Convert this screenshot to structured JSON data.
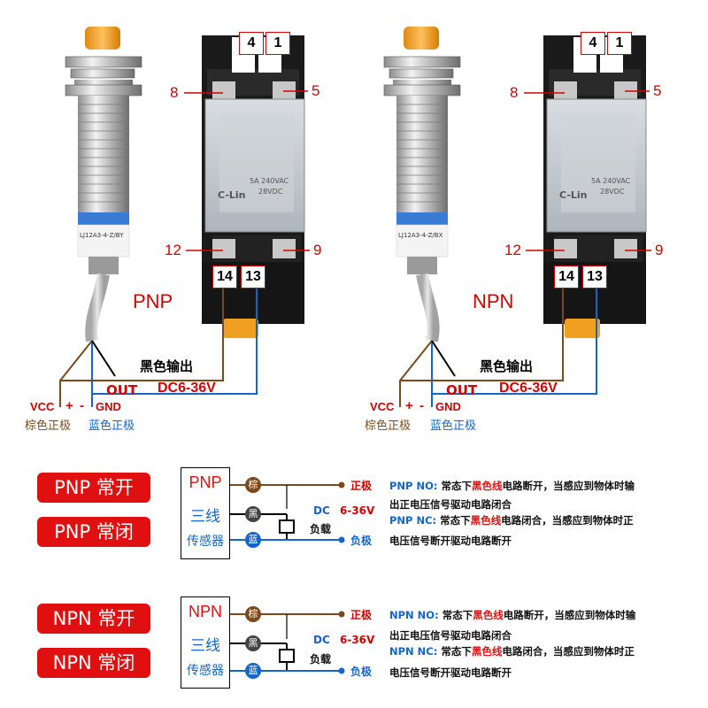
{
  "top": {
    "panels": [
      {
        "tag": "PNP",
        "pins": {
          "p4": "4",
          "p1": "1",
          "p8": "8",
          "p5": "5",
          "p12": "12",
          "p9": "9",
          "p14": "14",
          "p13": "13"
        },
        "black_output": "黑色输出",
        "out": "OUT",
        "dc": "DC6-36V",
        "vcc": "VCC",
        "plus": "+",
        "minus": "-",
        "gnd": "GND",
        "brown_label": "棕色正极",
        "blue_label": "蓝色正极",
        "relay_brand": "C-Lin",
        "relay_rating": "5A 240VAC",
        "relay_voltage": "28VDC",
        "sensor_model": "LJ12A3-4-Z/BY"
      },
      {
        "tag": "NPN",
        "pins": {
          "p4": "4",
          "p1": "1",
          "p8": "8",
          "p5": "5",
          "p12": "12",
          "p9": "9",
          "p14": "14",
          "p13": "13"
        },
        "black_output": "黑色输出",
        "out": "OUT",
        "dc": "DC6-36V",
        "vcc": "VCC",
        "plus": "+",
        "minus": "-",
        "gnd": "GND",
        "brown_label": "棕色正极",
        "blue_label": "蓝色正极",
        "relay_brand": "C-Lin",
        "relay_rating": "5A 240VAC",
        "relay_voltage": "28VDC",
        "sensor_model": "LJ12A3-4-Z/BX"
      }
    ]
  },
  "diagrams": [
    {
      "btn_open": "PNP 常开",
      "btn_close": "PNP 常闭",
      "box": {
        "line1": "PNP",
        "line2": "三线",
        "line3": "传感器"
      },
      "wires": {
        "brown": "棕",
        "black": "黑",
        "blue": "蓝"
      },
      "positive": "正极",
      "negative": "负极",
      "dc": "DC",
      "voltage": "6-36V",
      "load": "负载",
      "no_label": "PNP  NO:",
      "no_a": " 常态下",
      "no_b": "黑色线",
      "no_c": "电路断开，当感应到物体时输",
      "no_d": "出正电压信号驱动电路闭合",
      "nc_label": "PNP  NC:",
      "nc_a": " 常态下",
      "nc_b": "黑色线",
      "nc_c": "电路闭合，当感应到物体时正",
      "nc_d": "电压信号断开驱动电路断开"
    },
    {
      "btn_open": "NPN 常开",
      "btn_close": "NPN 常闭",
      "box": {
        "line1": "NPN",
        "line2": "三线",
        "line3": "传感器"
      },
      "wires": {
        "brown": "棕",
        "black": "黑",
        "blue": "蓝"
      },
      "positive": "正极",
      "negative": "负极",
      "dc": "DC",
      "voltage": "6-36V",
      "load": "负载",
      "no_label": "NPN  NO:",
      "no_a": " 常态下",
      "no_b": "黑色线",
      "no_c": "电路断开，当感应到物体时输",
      "no_d": "出正电压信号驱动电路闭合",
      "nc_label": "NPN  NC:",
      "nc_a": " 常态下",
      "nc_b": "黑色线",
      "nc_c": "电路闭合，当感应到物体时正",
      "nc_d": "电压信号断开驱动电路断开"
    }
  ],
  "colors": {
    "red": "#d40000",
    "brown": "#7a4a1e",
    "blue": "#1466c8",
    "black": "#000000",
    "btn_red": "#e01010"
  }
}
